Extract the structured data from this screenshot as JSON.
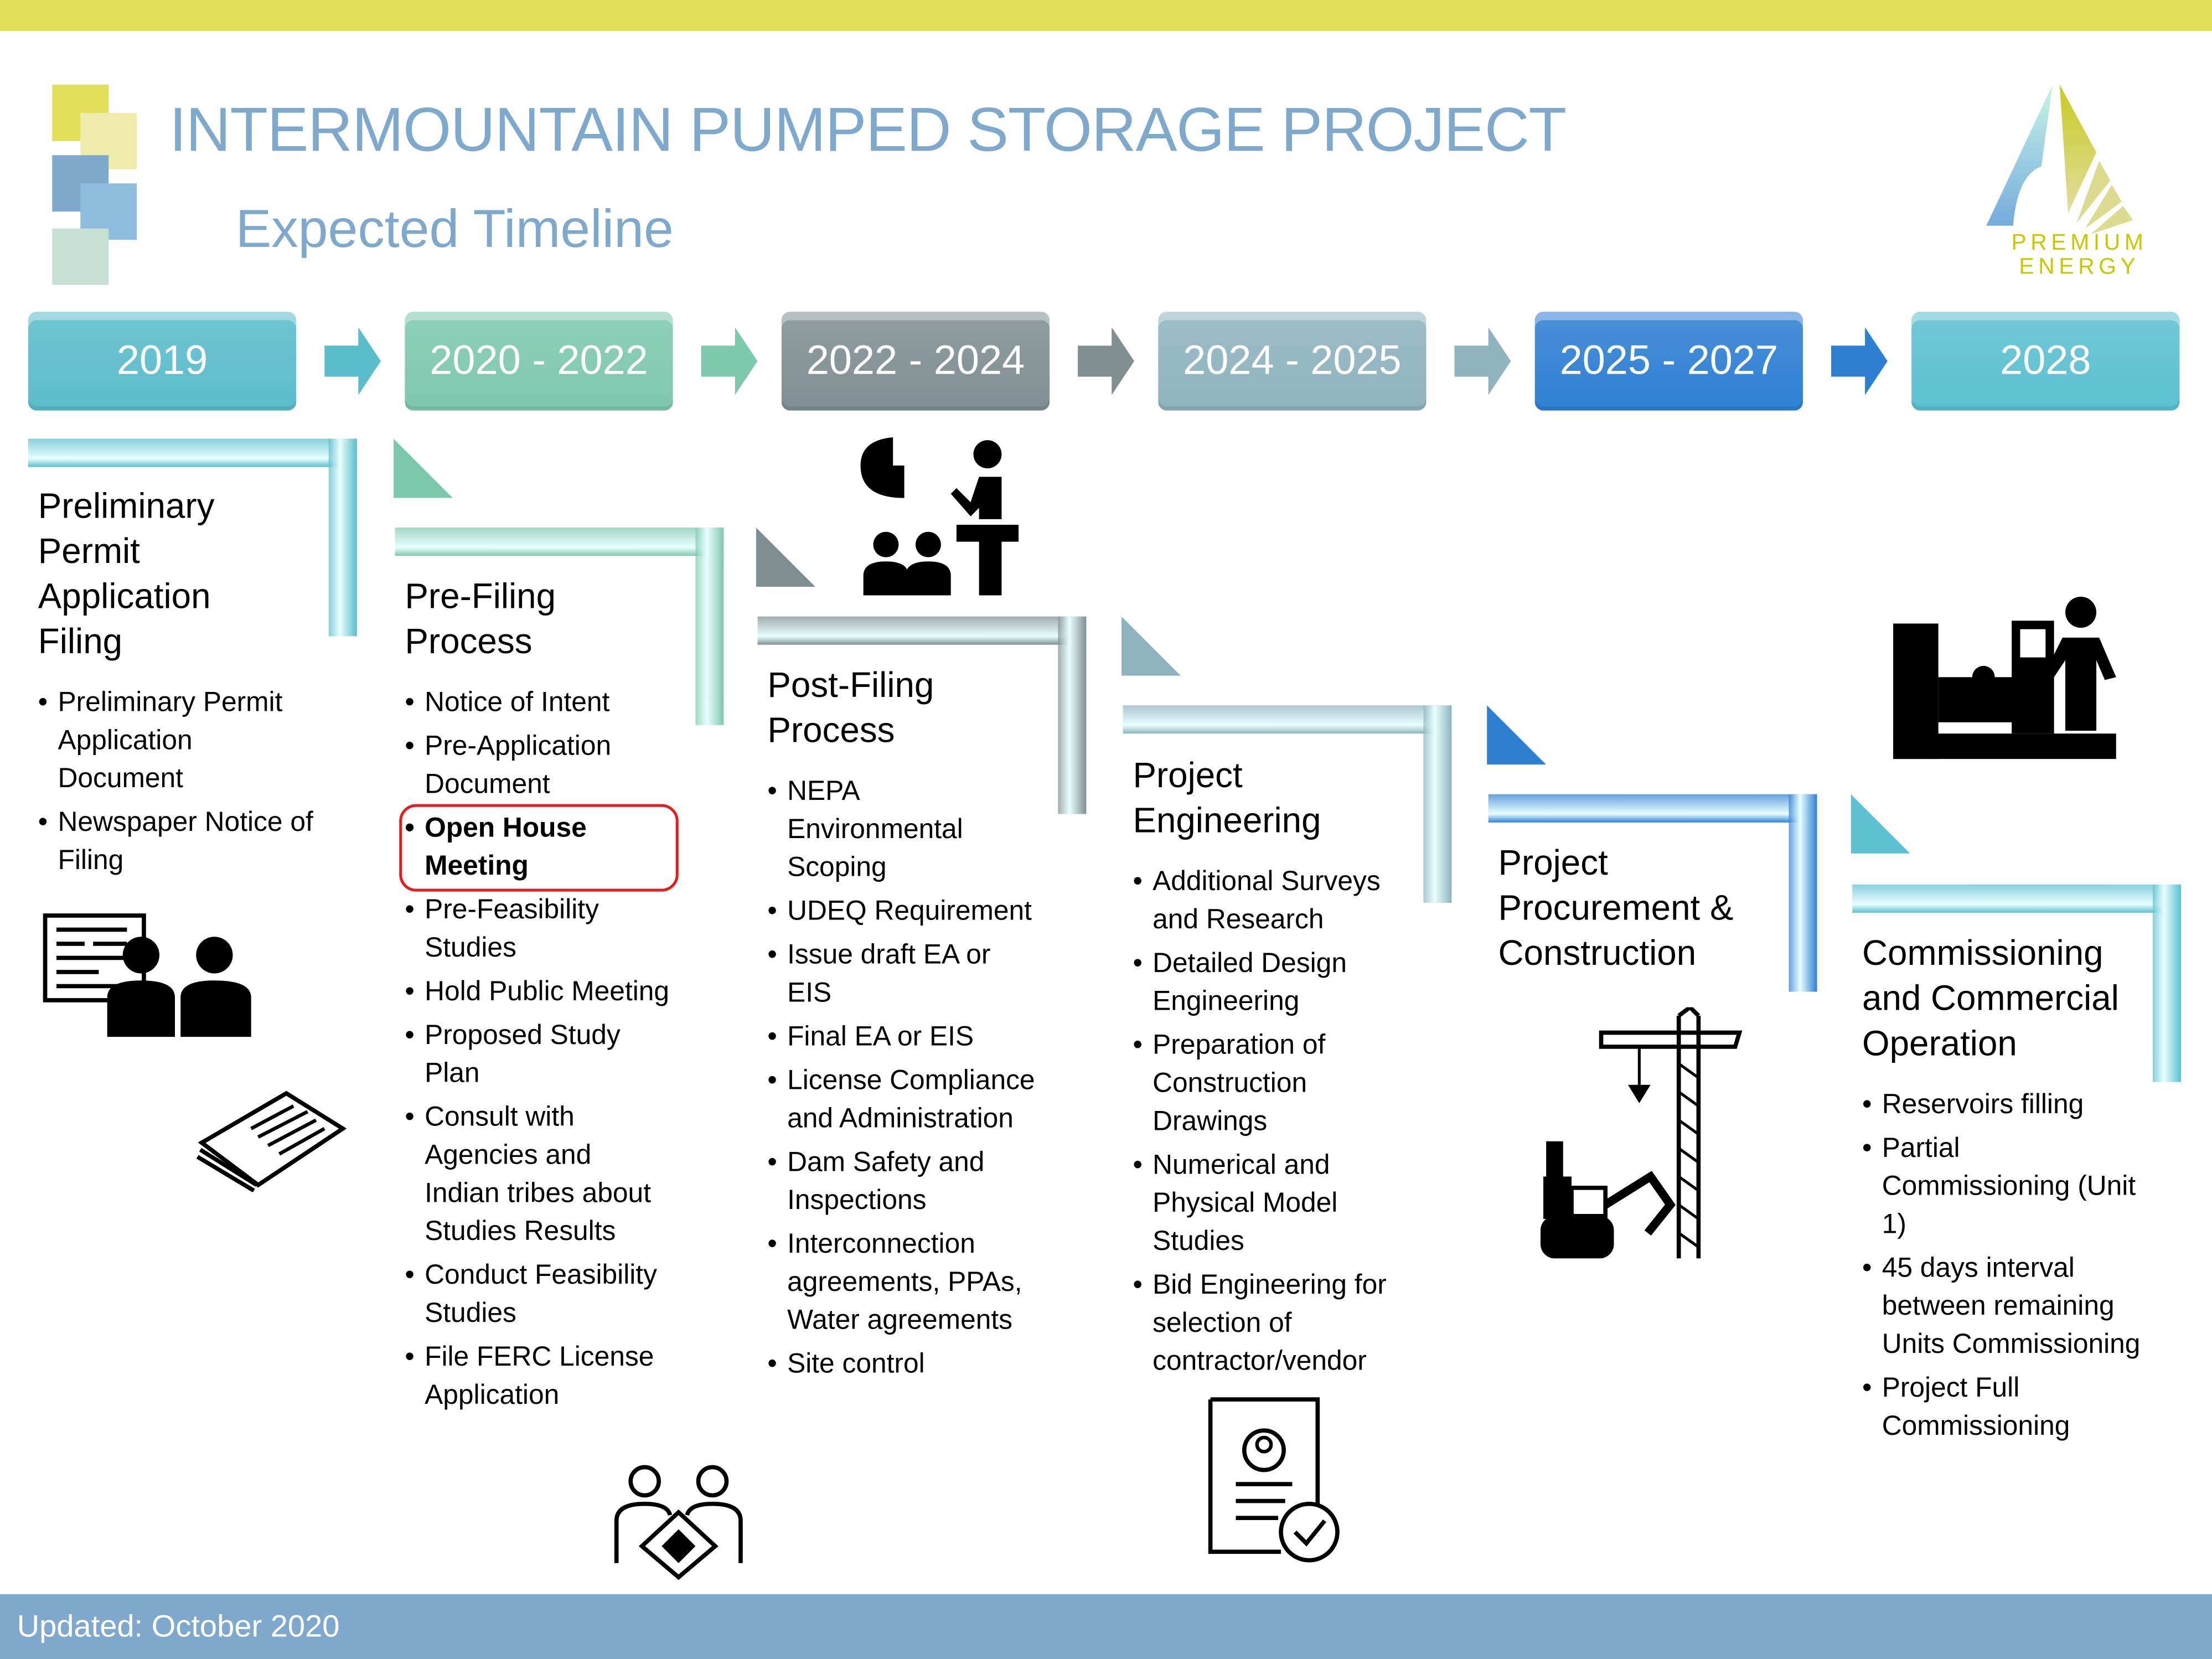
{
  "header": {
    "title": "INTERMOUNTAIN PUMPED STORAGE PROJECT",
    "subtitle": "Expected Timeline"
  },
  "logo": {
    "line1": "PREMIUM",
    "line2": "ENERGY"
  },
  "footer": {
    "updated": "Updated: October 2020"
  },
  "colors": {
    "topbar": "#e4df5a",
    "title": "#7fa9cc",
    "footer": "#7fa9cc",
    "highlight": "#e02020"
  },
  "columns": [
    {
      "year": "2019",
      "color": "#5bbccb",
      "heading": "Preliminary Permit Application Filing",
      "bullets": [
        "Preliminary Permit Application Document",
        "Newspaper Notice of Filing"
      ]
    },
    {
      "year": "2020 - 2022",
      "color": "#7ec8ae",
      "heading": "Pre-Filing Process",
      "bullets": [
        "Notice of Intent",
        "Pre-Application Document",
        "Open House Meeting",
        "Pre-Feasibility Studies",
        "Hold Public Meeting",
        "Proposed Study Plan",
        "Consult with Agencies and Indian tribes about Studies Results",
        "Conduct Feasibility Studies",
        "File FERC License Application"
      ],
      "highlight_index": 2
    },
    {
      "year": "2022 - 2024",
      "color": "#7f8f92",
      "heading": "Post-Filing Process",
      "bullets": [
        "NEPA Environmental Scoping",
        "UDEQ Requirement",
        "Issue draft EA or EIS",
        "Final EA or EIS",
        "License Compliance and Administration",
        "Dam Safety and Inspections",
        "Interconnection agreements, PPAs, Water agreements",
        "Site control"
      ]
    },
    {
      "year": "2024 - 2025",
      "color": "#8fb3bf",
      "heading": "Project Engineering",
      "bullets": [
        "Additional Surveys and Research",
        "Detailed Design Engineering",
        "Preparation of Construction Drawings",
        "Numerical and Physical Model Studies",
        "Bid Engineering for selection of contractor/vendor"
      ]
    },
    {
      "year": "2025 - 2027",
      "color": "#2e7fd3",
      "heading": "Project Procurement & Construction",
      "bullets": []
    },
    {
      "year": "2028",
      "color": "#5cc0d0",
      "heading": "Commissioning and Commercial Operation",
      "bullets": [
        "Reservoirs filling",
        "Partial Commissioning (Unit 1)",
        "45 days interval between remaining Units Commissioning",
        "Project Full Commissioning"
      ]
    }
  ]
}
